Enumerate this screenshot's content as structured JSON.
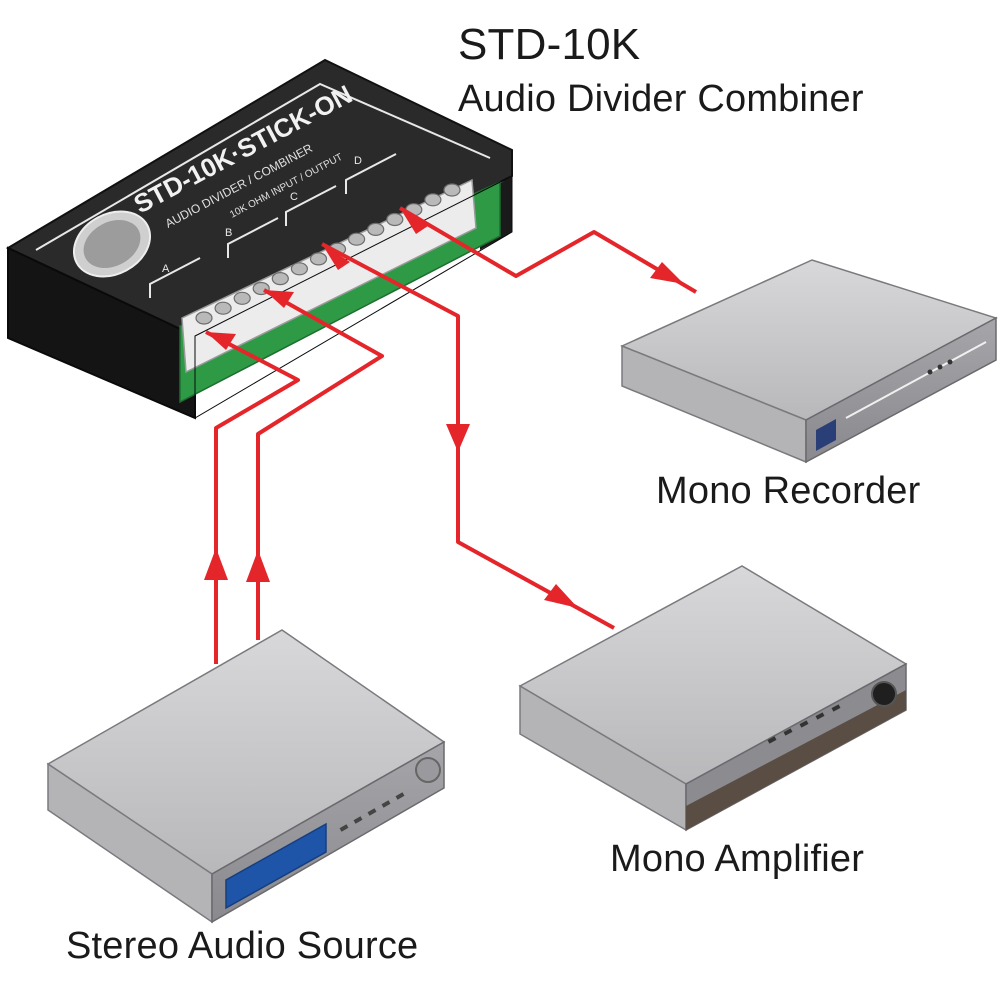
{
  "title": {
    "model": "STD-10K",
    "description": "Audio Divider Combiner"
  },
  "device_panel": {
    "brand_text": "STD-10K·STICK-ON",
    "sub_text": "AUDIO DIVIDER / COMBINER",
    "port_legend": "10K OHM INPUT / OUTPUT",
    "channel_letters": [
      "A",
      "B",
      "C",
      "D"
    ]
  },
  "equipment": {
    "recorder": "Mono Recorder",
    "amplifier": "Mono Amplifier",
    "source": "Stereo Audio Source"
  },
  "colors": {
    "signal": "#e4262b",
    "device_body": "#1c1c1c",
    "terminal_board": "#2e9a45",
    "equipment_top": "#c9c9cb",
    "equipment_front": "#9d9da1",
    "display": "#1f55a8"
  }
}
